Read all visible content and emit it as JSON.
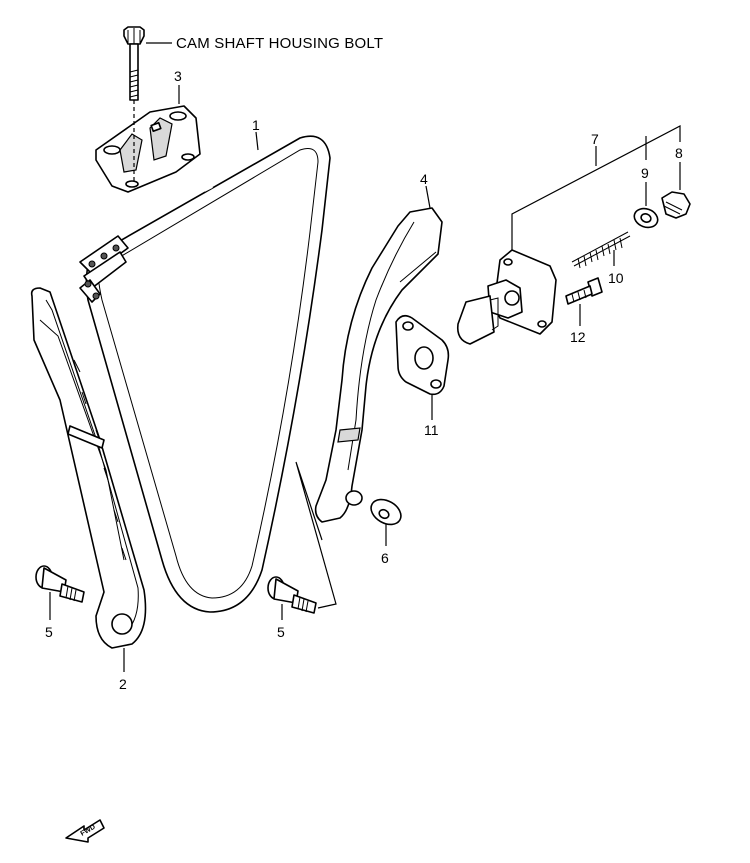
{
  "callouts": {
    "cam_shaft_bolt": "CAM SHAFT HOUSING BOLT",
    "part_1": "1",
    "part_2": "2",
    "part_3": "3",
    "part_4": "4",
    "part_5_left": "5",
    "part_5_right": "5",
    "part_6": "6",
    "part_7": "7",
    "part_8": "8",
    "part_9": "9",
    "part_10": "10",
    "part_11": "11",
    "part_12": "12"
  },
  "fwd_arrow": {
    "label": "FWD"
  }
}
